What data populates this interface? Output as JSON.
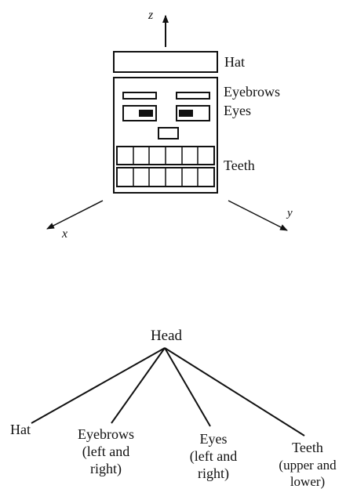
{
  "figure": {
    "axes": {
      "z": "z",
      "x": "x",
      "y": "y"
    },
    "parts": {
      "hat": "Hat",
      "eyebrows": "Eyebrows",
      "eyes": "Eyes",
      "teeth": "Teeth"
    }
  },
  "tree": {
    "root": "Head",
    "children": [
      {
        "lines": [
          "Hat"
        ]
      },
      {
        "lines": [
          "Eyebrows",
          "(left and",
          "right)"
        ]
      },
      {
        "lines": [
          "Eyes",
          "(left and",
          "right)"
        ]
      },
      {
        "lines": [
          "Teeth",
          "(upper and",
          "lower)"
        ]
      }
    ]
  }
}
